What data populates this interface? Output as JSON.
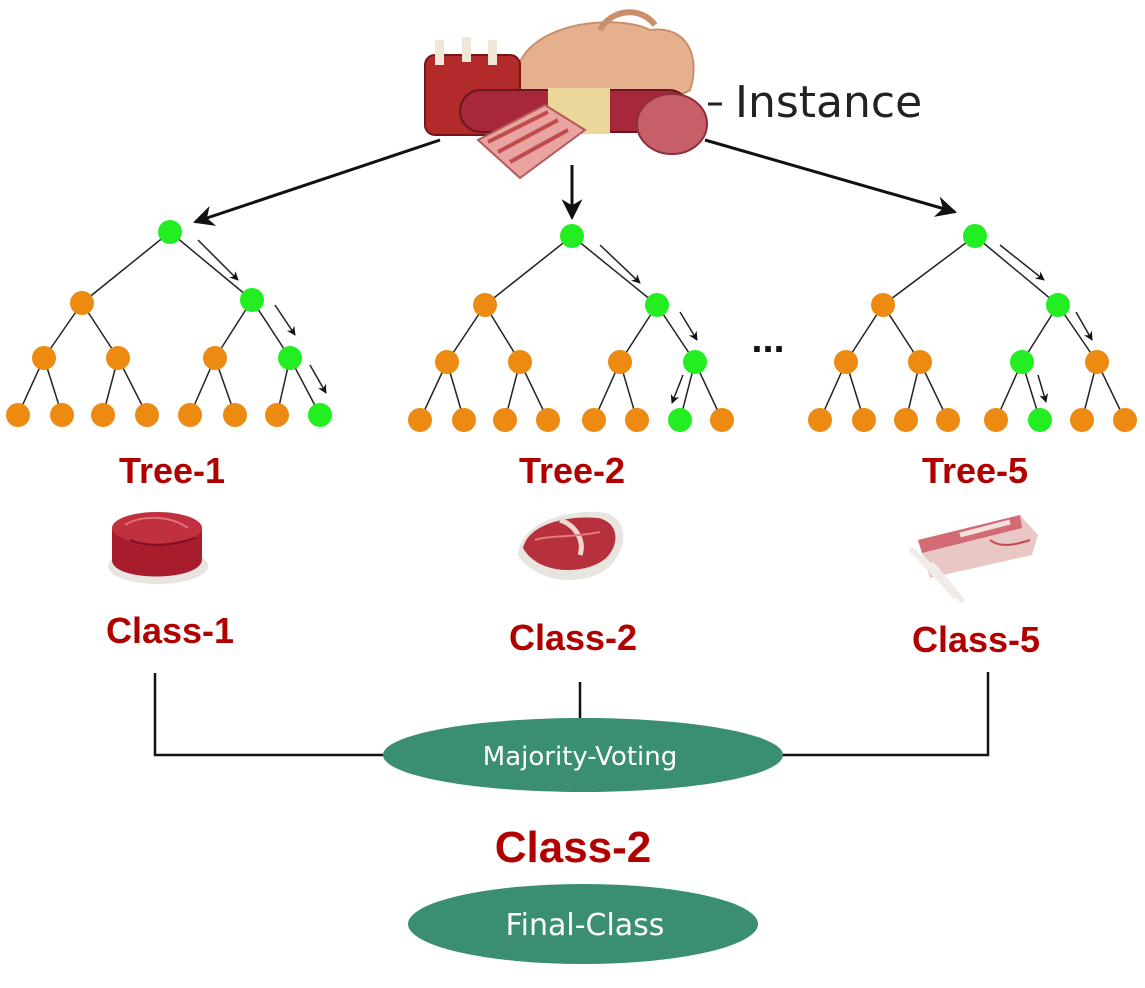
{
  "instance": {
    "label": "Instance"
  },
  "ellipsis": "...",
  "trees": [
    {
      "label": "Tree-1",
      "class_label": "Class-1",
      "meat_icon": "round-steak-icon"
    },
    {
      "label": "Tree-2",
      "class_label": "Class-2",
      "meat_icon": "loin-steak-icon"
    },
    {
      "label": "Tree-5",
      "class_label": "Class-5",
      "meat_icon": "rib-roast-icon"
    }
  ],
  "voting": {
    "label": "Majority-Voting"
  },
  "final": {
    "value": "Class-2",
    "label": "Final-Class"
  },
  "colors": {
    "accent_red": "#b00000",
    "active_node": "#22ee22",
    "inactive_node": "#ec8a12",
    "oval": "#3a8f72",
    "line": "#111111"
  }
}
